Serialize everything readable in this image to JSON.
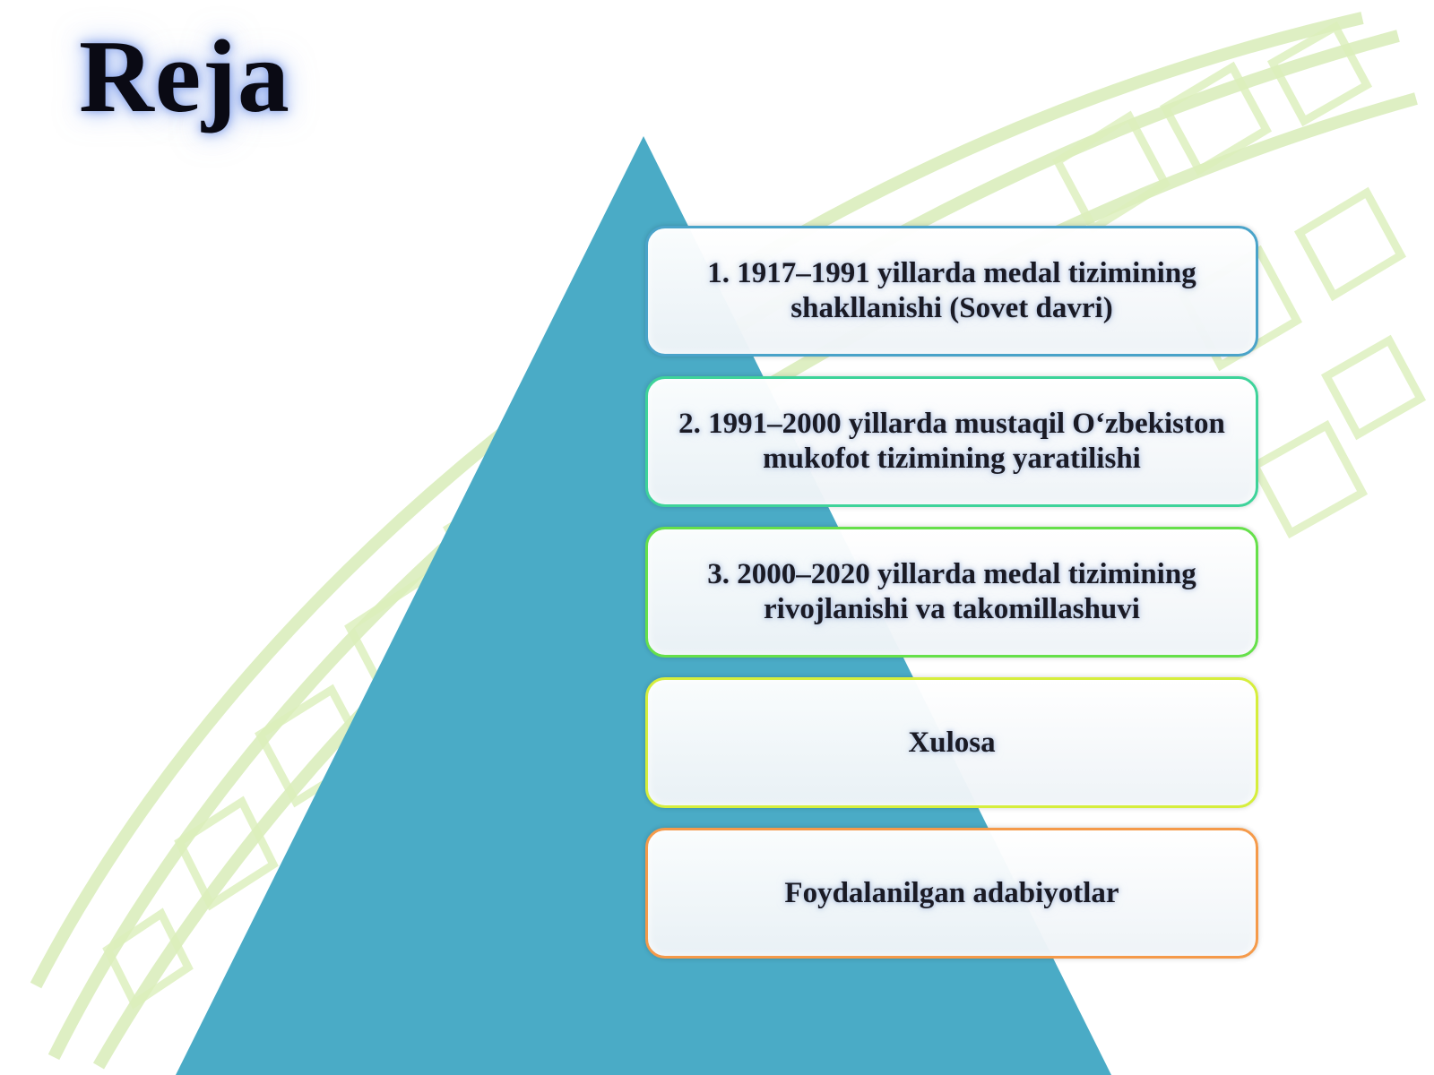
{
  "slide": {
    "title": "Reja",
    "items": [
      {
        "text": "1. 1917–1991 yillarda medal tizimining shakllanishi (Sovet davri)",
        "border_color": "#4aa3c9"
      },
      {
        "text": "2. 1991–2000 yillarda mustaqil O‘zbekiston mukofot tizimining yaratilishi",
        "border_color": "#3ed39a"
      },
      {
        "text": "3. 2000–2020 yillarda medal tizimining rivojlanishi va takomillashuvi",
        "border_color": "#66e04a"
      },
      {
        "text": "Xulosa",
        "border_color": "#d6ee3c"
      },
      {
        "text": "Foydalanilgan adabiyotlar",
        "border_color": "#f59a4a"
      }
    ]
  },
  "colors": {
    "pyramid": "#4aabc6",
    "ornament": "#d4eab0",
    "title_glow": "#8aa6ea"
  }
}
